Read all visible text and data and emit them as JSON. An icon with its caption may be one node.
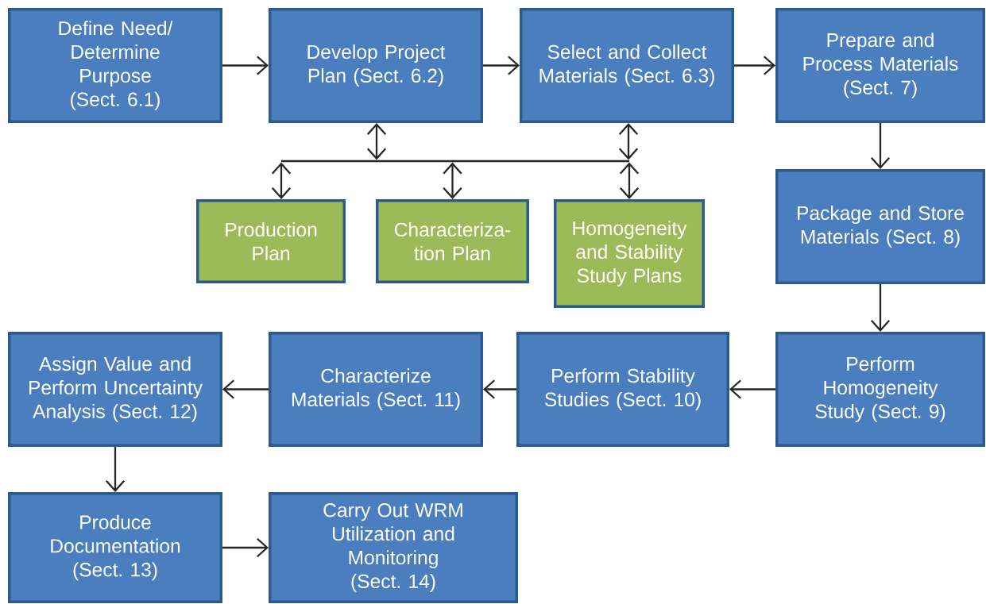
{
  "diagram": {
    "nodes": [
      {
        "text": [
          "Define Need/ Determine Purpose (Sect. 6.1)"
        ]
      },
      {
        "text": [
          "Develop Project Plan (Sect. 6.2)"
        ]
      },
      {
        "text": [
          "Select and Collect Materials (Sect. 6.3)"
        ]
      },
      {
        "text": [
          "Prepare and Process Materials (Sect. 7)"
        ]
      },
      {
        "text": [],
        "shape": "bar"
      },
      {
        "text": [
          "Production Plan"
        ]
      },
      {
        "text": [
          "Characteriza- tion Plan"
        ]
      },
      {
        "text": [
          "Homogeneity and Stability Study Plans"
        ]
      },
      {
        "text": [
          "Package and Store Materials (Sect. 8)"
        ]
      },
      {
        "text": [
          "Perform Homogeneity Study (Sect. 9)"
        ]
      },
      {
        "text": [
          "Perform Stability Studies (Sect. 10)"
        ]
      },
      {
        "text": [
          "Characterize Materials (Sect. 11)"
        ]
      },
      {
        "text": [
          "Assign Value and Perform Uncertainty Analysis (Sect. 12)"
        ]
      },
      {
        "text": [
          "Produce Documentation (Sect. 13)"
        ]
      },
      {
        "text": [
          "Carry Out WRM Utilization and Monitoring (Sect. 14)"
        ]
      }
    ],
    "edges": [
      {
        "from": 0,
        "to": 1,
        "arrow": "to"
      },
      {
        "from": 1,
        "to": 2,
        "arrow": "to"
      },
      {
        "from": 2,
        "to": 3,
        "arrow": "to"
      },
      {
        "from": 1,
        "to": 4,
        "arrow": "both"
      },
      {
        "from": 2,
        "to": 4,
        "arrow": "both"
      },
      {
        "from": 4,
        "to": 5,
        "arrow": "both"
      },
      {
        "from": 4,
        "to": 6,
        "arrow": "both"
      },
      {
        "from": 4,
        "to": 7,
        "arrow": "both"
      },
      {
        "from": 3,
        "to": 8,
        "arrow": "to"
      },
      {
        "from": 8,
        "to": 9,
        "arrow": "to"
      },
      {
        "from": 9,
        "to": 10,
        "arrow": "to"
      },
      {
        "from": 10,
        "to": 11,
        "arrow": "to"
      },
      {
        "from": 11,
        "to": 12,
        "arrow": "to"
      },
      {
        "from": 12,
        "to": 13,
        "arrow": "to"
      },
      {
        "from": 13,
        "to": 14,
        "arrow": "to"
      }
    ]
  }
}
